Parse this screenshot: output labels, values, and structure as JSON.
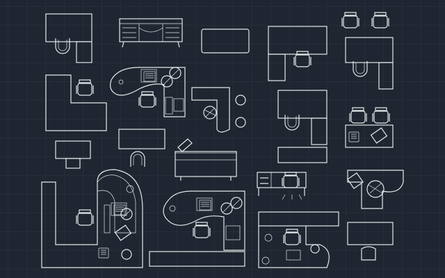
{
  "canvas": {
    "background": "#1f2631",
    "grid_color": "#2c3441",
    "line_color": "#e6e8ea"
  },
  "blocks": [
    "desk-with-return",
    "credenza",
    "table",
    "l-desk",
    "chairs-and-desk",
    "l-desk-2",
    "curved-workstation",
    "corner-desk",
    "desk-return-2",
    "meeting-desk",
    "small-desk",
    "small-table",
    "reception-desk",
    "large-curved-workstation",
    "curved-workstation-2",
    "computer-desk",
    "workstation-3",
    "corner-workstation",
    "table-2"
  ]
}
